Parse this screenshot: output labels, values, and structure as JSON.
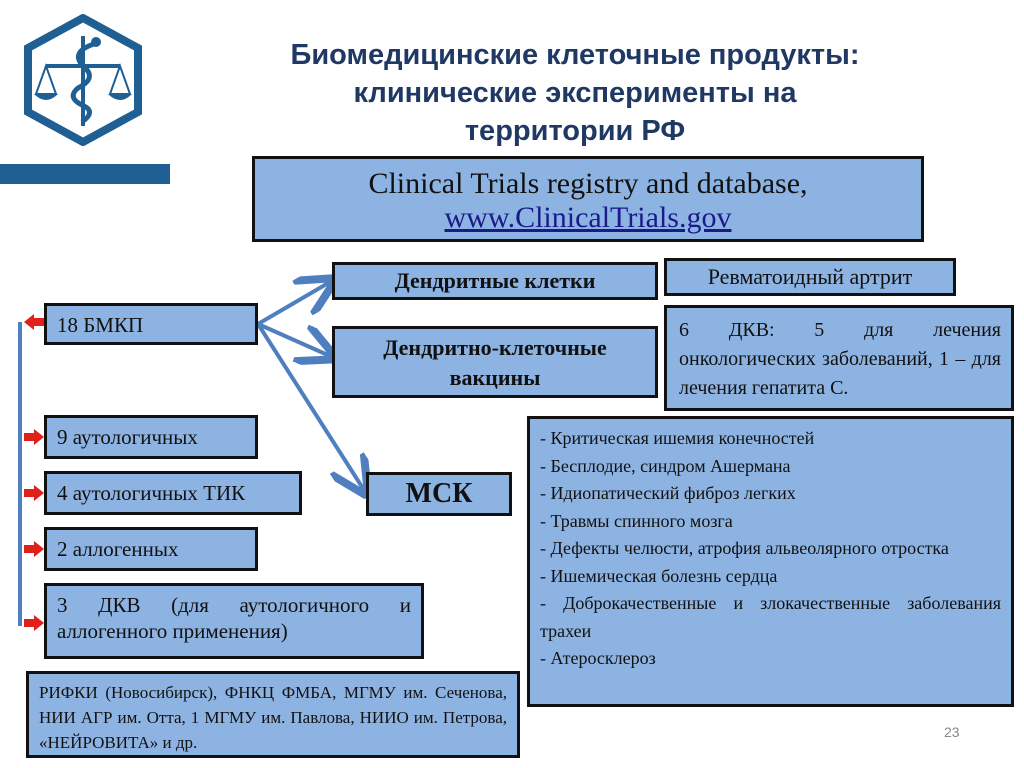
{
  "title": {
    "line1": "Биомедицинские клеточные продукты:",
    "line2": "клинические эксперименты на",
    "line3": "территории РФ"
  },
  "registry": {
    "line1": "Clinical Trials registry and database,",
    "link": "www.ClinicalTrials.gov"
  },
  "left": {
    "total": "18 БМКП",
    "autologous": "9 аутологичных",
    "autologous_tik": "4 аутологичных ТИК",
    "allogeneic": "2 аллогенных",
    "dkv": "3 ДКВ (для аутологичного и аллогенного применения)"
  },
  "center": {
    "dendritic_cells": "Дендритные клетки",
    "dendritic_vaccines": "Дендритно-клеточные вакцины",
    "msk": "МСК"
  },
  "right": {
    "rheumatoid": "Ревматоидный артрит",
    "dkv_note": "6 ДКВ: 5 для лечения онкологических заболеваний, 1 – для лечения гепатита С.",
    "msk_list": [
      "- Критическая ишемия конечностей",
      "- Бесплодие, синдром Ашермана",
      "- Идиопатический фиброз легких",
      "- Травмы спинного мозга",
      "- Дефекты челюсти, атрофия альвеолярного отростка",
      "- Ишемическая болезнь сердца",
      "- Доброкачественные и злокачественные заболевания трахеи",
      "- Атеросклероз"
    ]
  },
  "institutions": "РИФКИ (Новосибирск), ФНКЦ ФМБА, МГМУ им. Сеченова, НИИ АГР им. Отта, 1 МГМУ им. Павлова, НИИО им. Петрова, «НЕЙРОВИТА» и др.",
  "page_number": "23",
  "colors": {
    "box_fill": "#8db3e2",
    "title_color": "#1f3864",
    "arrow": "#4f7fbf",
    "pointer_red": "#e0201b",
    "logo_blue": "#1f5f94"
  }
}
